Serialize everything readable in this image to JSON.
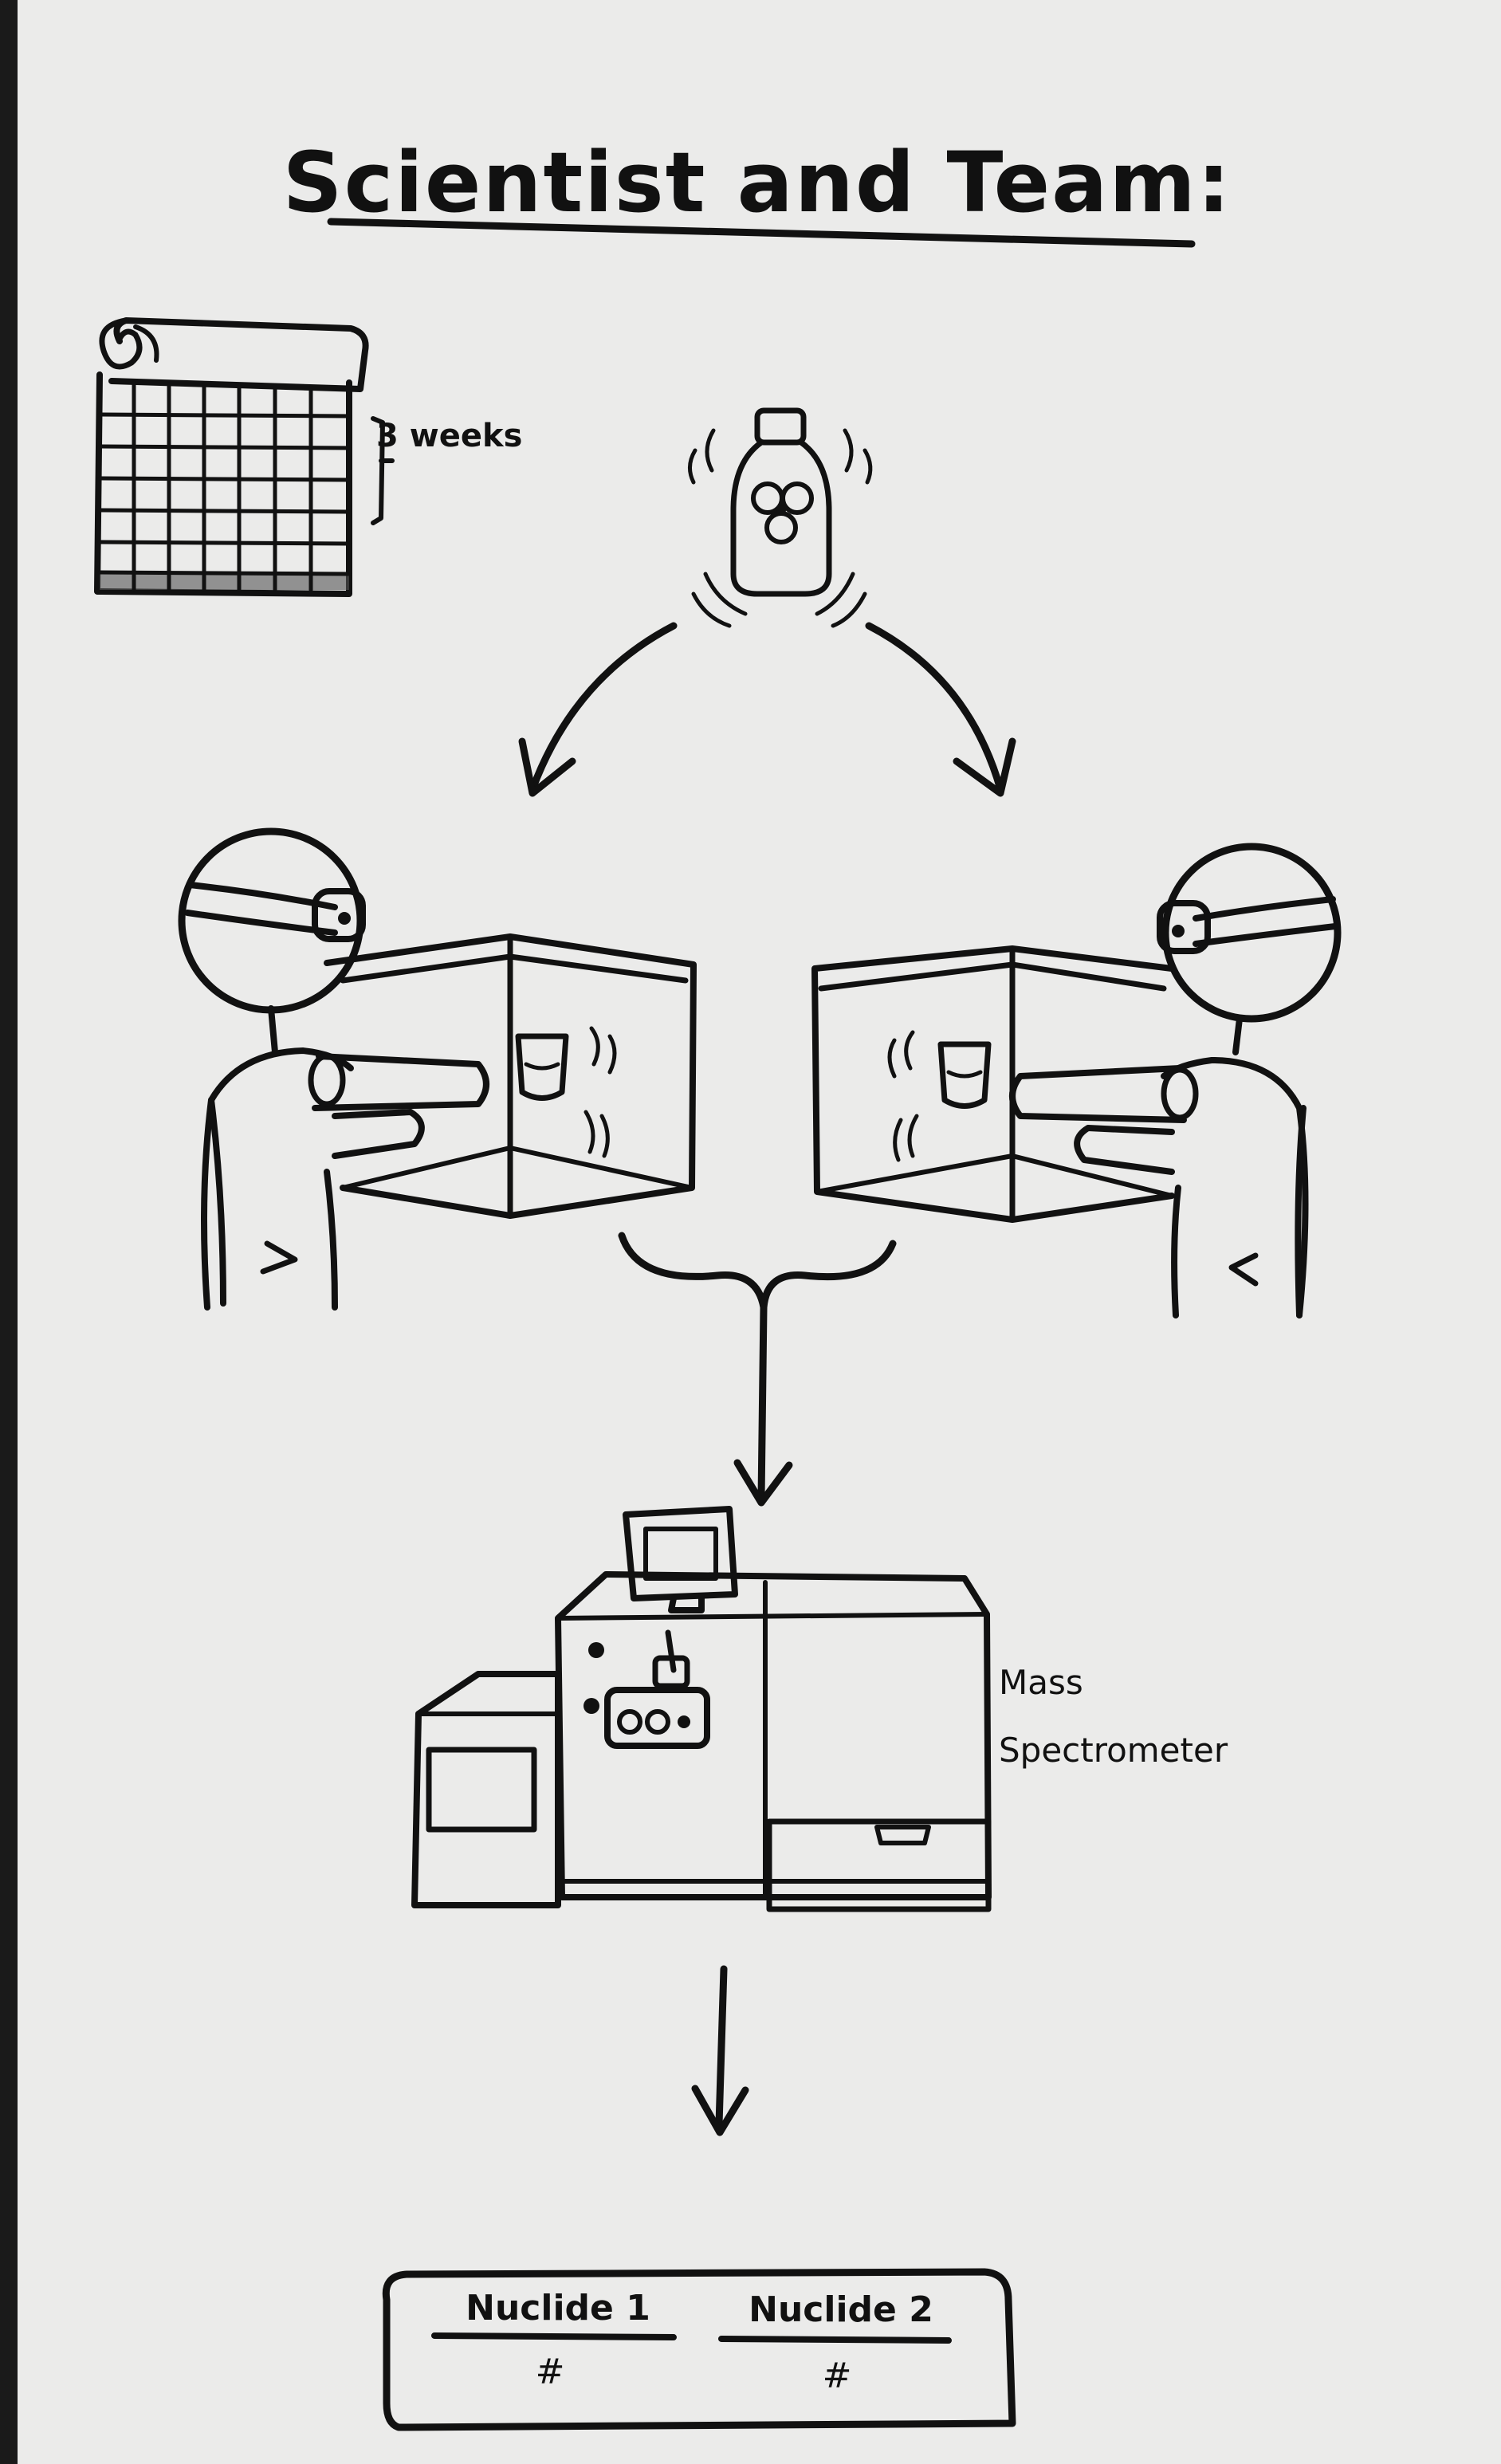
{
  "title": "Scientist and Team:",
  "calendar": {
    "duration_label": "3 weeks"
  },
  "instrument": {
    "label_line1": "Mass",
    "label_line2": "Spectrometer"
  },
  "results": {
    "columns": [
      {
        "header": "Nuclide 1",
        "value": "#"
      },
      {
        "header": "Nuclide 2",
        "value": "#"
      }
    ]
  }
}
